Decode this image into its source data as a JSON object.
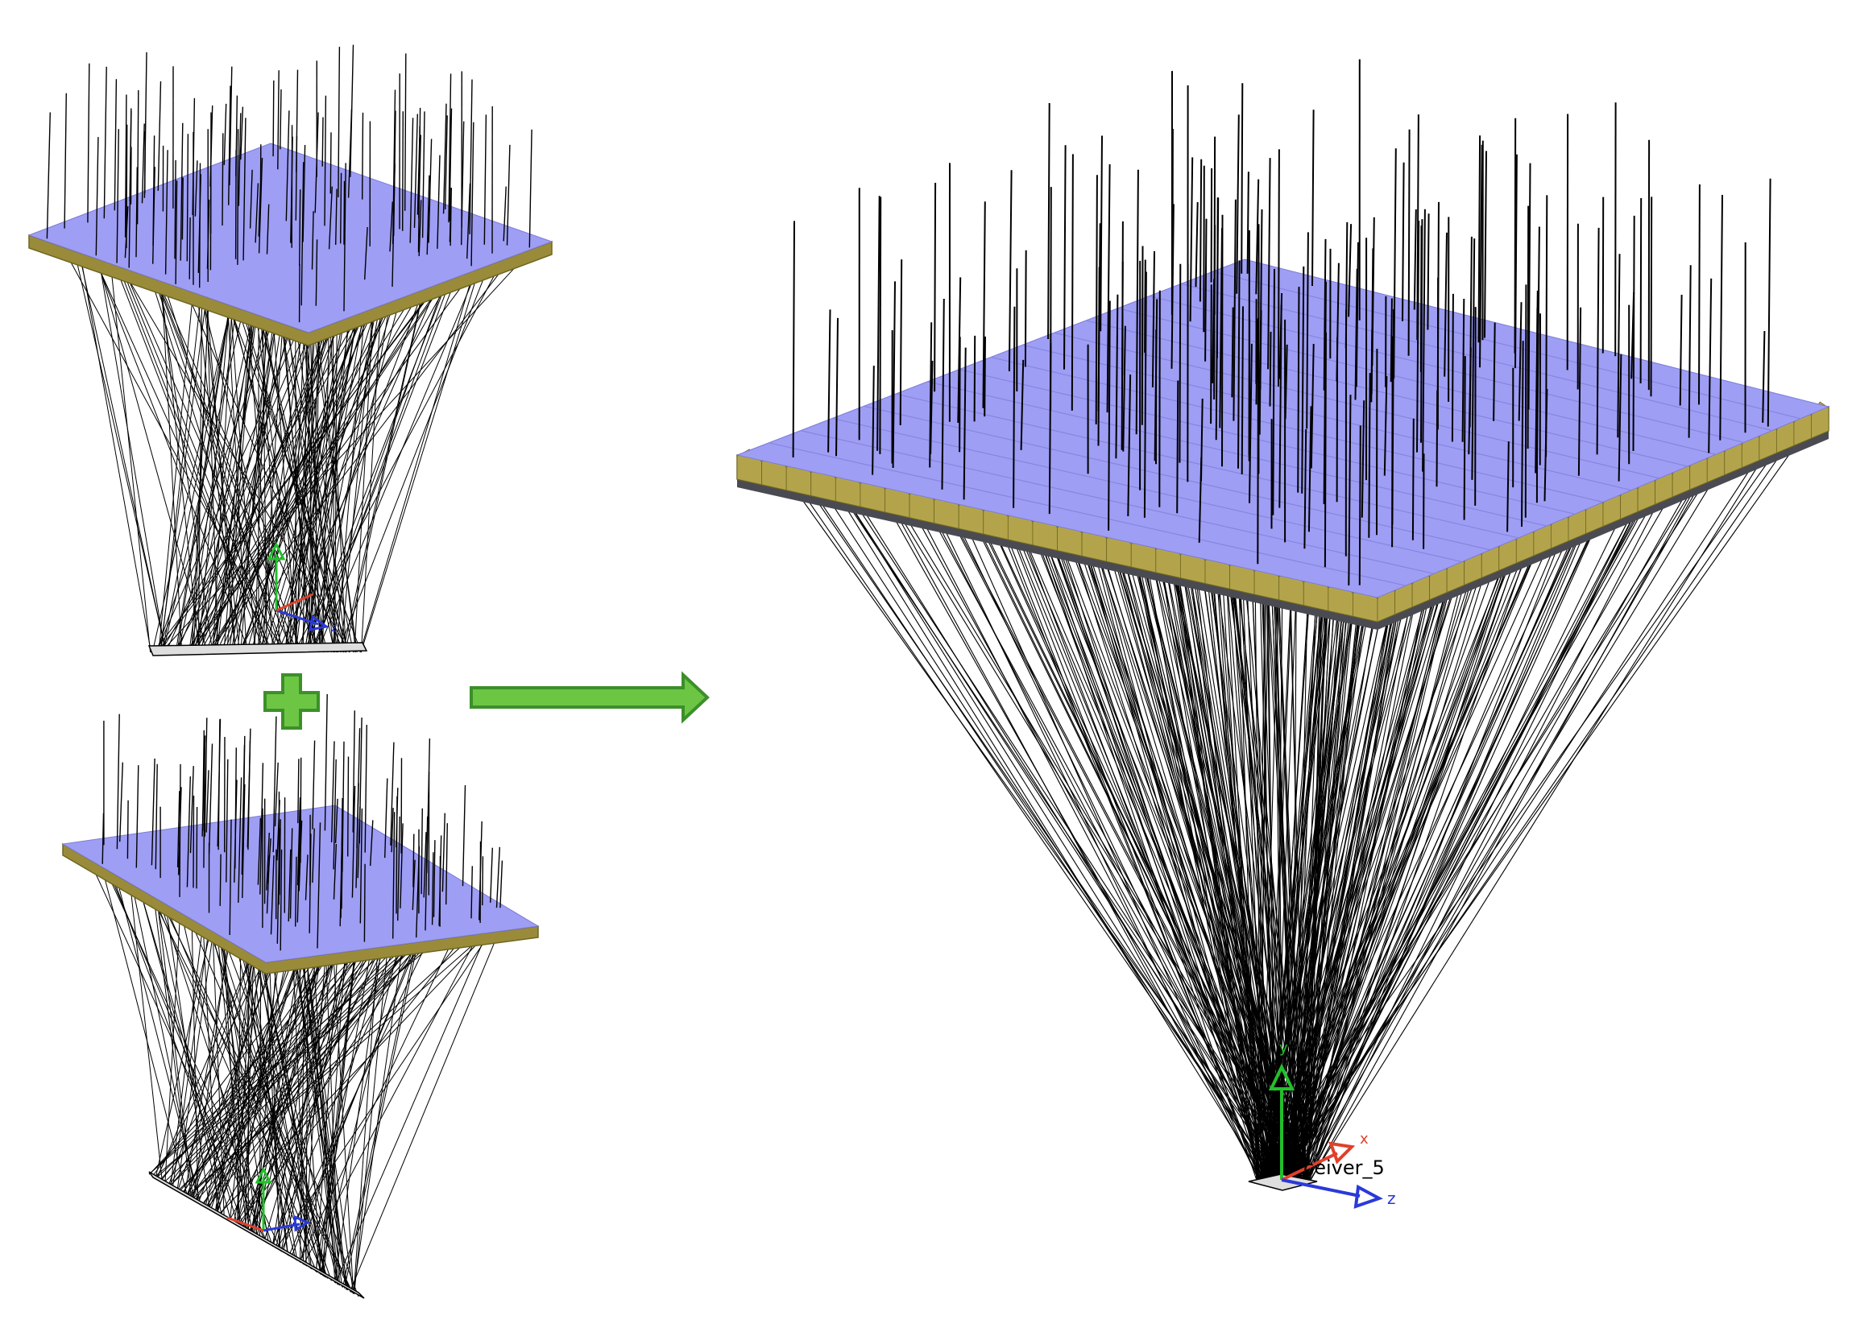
{
  "colors": {
    "plate_top": "#9e9ef5",
    "plate_side": "#9a8b3a",
    "plate_edge": "#6e6620",
    "ray": "#000000",
    "axis_x": "#e0402a",
    "axis_y": "#22c02a",
    "axis_z": "#2a3ad8",
    "operator_fill": "#6cc644",
    "operator_stroke": "#3d8f2a"
  },
  "axis_labels": {
    "x": "x",
    "y": "y",
    "z": "z"
  },
  "receiver_label": "ceiver_5",
  "icons": [
    "plus-icon",
    "arrow-right-icon"
  ]
}
